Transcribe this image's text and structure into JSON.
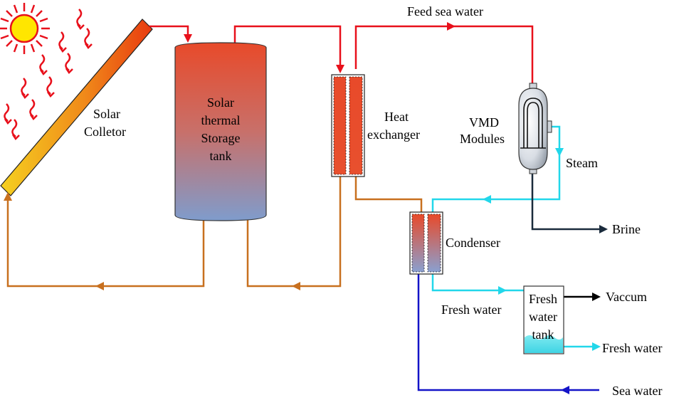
{
  "labels": {
    "feed_sea_water": "Feed sea water",
    "solar_collector_line1": "Solar",
    "solar_collector_line2": "Colletor",
    "storage_line1": "Solar",
    "storage_line2": "thermal",
    "storage_line3": "Storage",
    "storage_line4": "tank",
    "heat_exchanger_line1": "Heat",
    "heat_exchanger_line2": "exchanger",
    "vmd_line1": "VMD",
    "vmd_line2": "Modules",
    "steam": "Steam",
    "brine": "Brine",
    "condenser": "Condenser",
    "fresh_water_pipe": "Fresh water",
    "fresh_tank_line1": "Fresh",
    "fresh_tank_line2": "water",
    "fresh_tank_line3": "tank",
    "vaccum": "Vaccum",
    "fresh_water_out": "Fresh water",
    "sea_water": "Sea water"
  },
  "colors": {
    "hot_pipe": "#e8101b",
    "return_pipe": "#c8701f",
    "steam_pipe": "#22d7ea",
    "brine_pipe": "#1a2b3c",
    "sea_pipe": "#1414c8",
    "sun": "#ffe600",
    "sun_rays": "#e8101b"
  }
}
